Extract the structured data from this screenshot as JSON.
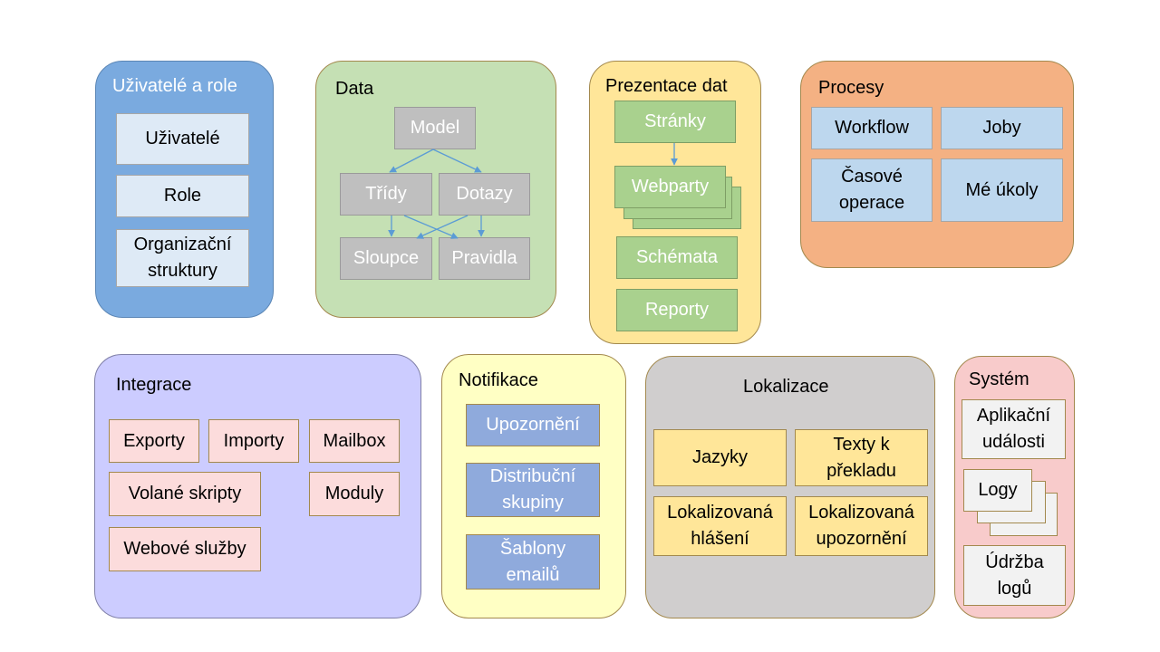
{
  "groups": {
    "users": {
      "title": "Uživatelé a role",
      "items": [
        "Uživatelé",
        "Role",
        "Organizační\nstruktury"
      ]
    },
    "data": {
      "title": "Data",
      "items": {
        "model": "Model",
        "tridy": "Třídy",
        "dotazy": "Dotazy",
        "sloupce": "Sloupce",
        "pravidla": "Pravidla"
      }
    },
    "presentation": {
      "title": "Prezentace dat",
      "items": {
        "stranky": "Stránky",
        "webparty": "Webparty",
        "schemata": "Schémata",
        "reporty": "Reporty"
      }
    },
    "processes": {
      "title": "Procesy",
      "items": [
        "Workflow",
        "Joby",
        "Časové\noperace",
        "Mé úkoly"
      ]
    },
    "integration": {
      "title": "Integrace",
      "items": [
        "Exporty",
        "Importy",
        "Mailbox",
        "Volané skripty",
        "Moduly",
        "Webové služby"
      ]
    },
    "notifications": {
      "title": "Notifikace",
      "items": [
        "Upozornění",
        "Distribuční\nskupiny",
        "Šablony\nemailů"
      ]
    },
    "localization": {
      "title": "Lokalizace",
      "items": [
        "Jazyky",
        "Texty k\npřekladu",
        "Lokalizovaná\nhlášení",
        "Lokalizovaná\nupozornění"
      ]
    },
    "system": {
      "title": "Systém",
      "items": [
        "Aplikační\nudálosti",
        "Logy",
        "Údržba\nlogů"
      ]
    }
  },
  "colors": {
    "users_bg": "#7aaadf",
    "data_bg": "#c5e0b4",
    "presentation_bg": "#ffe699",
    "processes_bg": "#f4b183",
    "integration_bg": "#ccccff",
    "notifications_bg": "#ffffc4",
    "localization_bg": "#d0cece",
    "system_bg": "#f8cbcb",
    "arrow": "#5b9bd5"
  }
}
